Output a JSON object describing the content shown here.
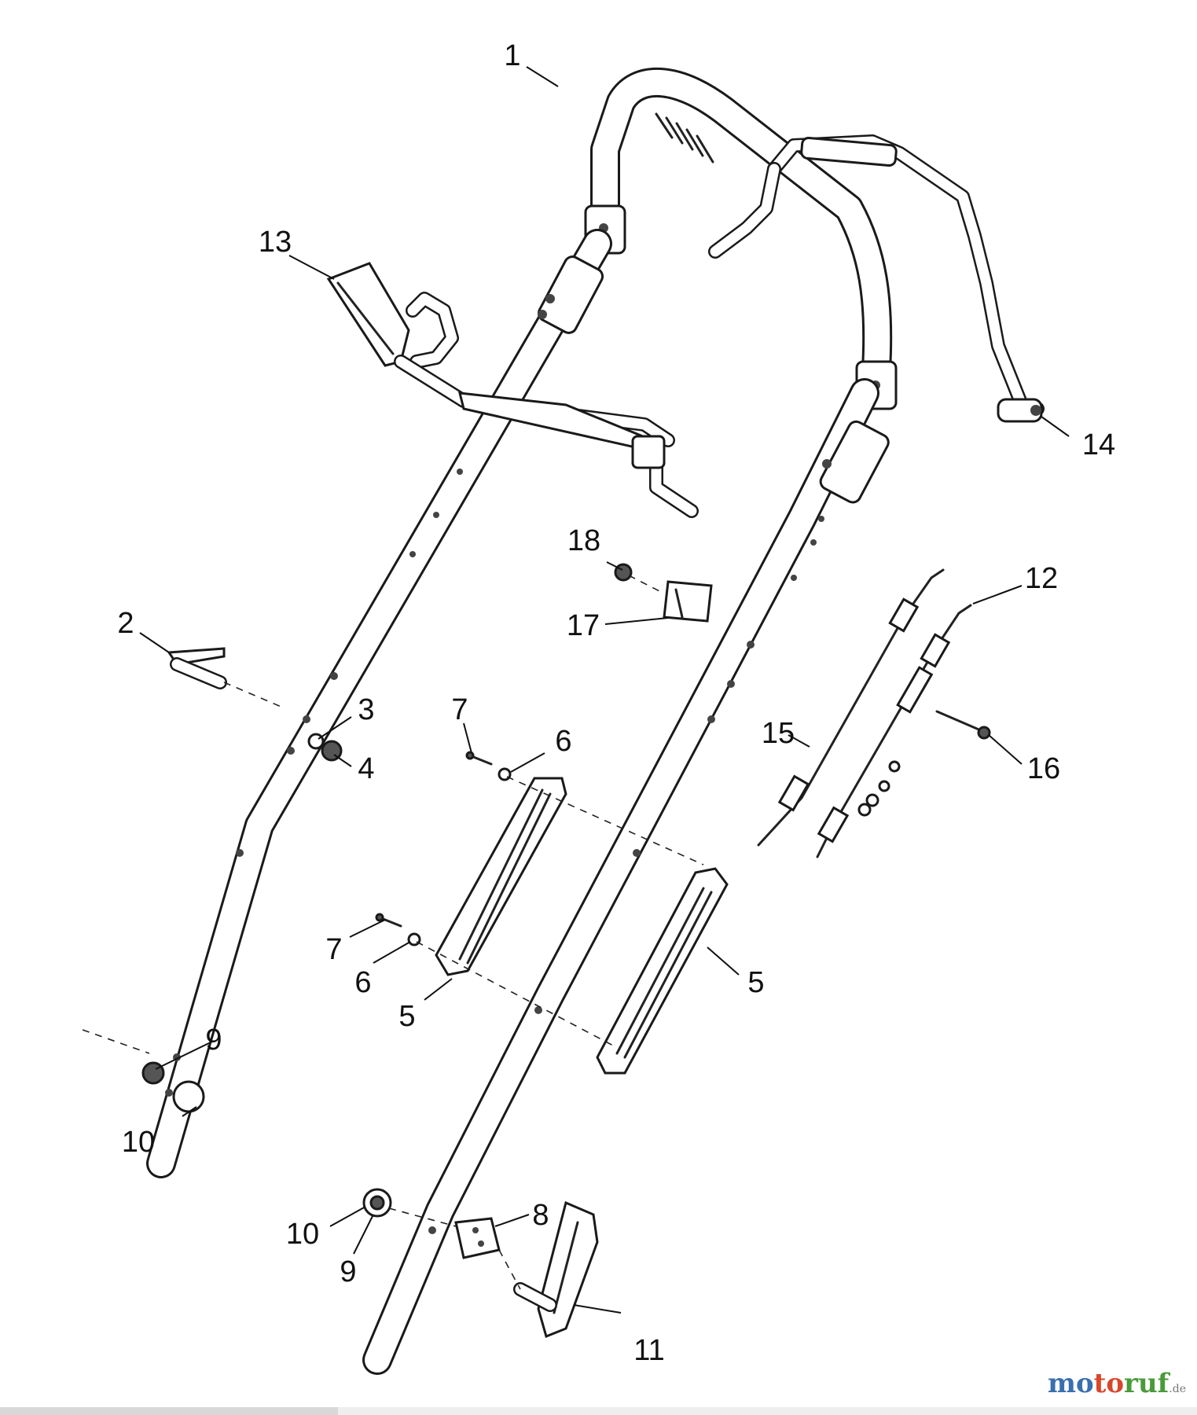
{
  "watermark": {
    "part1": "mo",
    "part2": "to",
    "part3": "ruf",
    "suffix": ".de"
  },
  "labels": {
    "l1": "1",
    "l2": "2",
    "l3": "3",
    "l4": "4",
    "l5a": "5",
    "l5b": "5",
    "l6a": "6",
    "l6b": "6",
    "l7a": "7",
    "l7b": "7",
    "l8": "8",
    "l9a": "9",
    "l9b": "9",
    "l10a": "10",
    "l10b": "10",
    "l11": "11",
    "l12": "12",
    "l13": "13",
    "l14": "14",
    "l15": "15",
    "l16": "16",
    "l17": "17",
    "l18": "18"
  }
}
